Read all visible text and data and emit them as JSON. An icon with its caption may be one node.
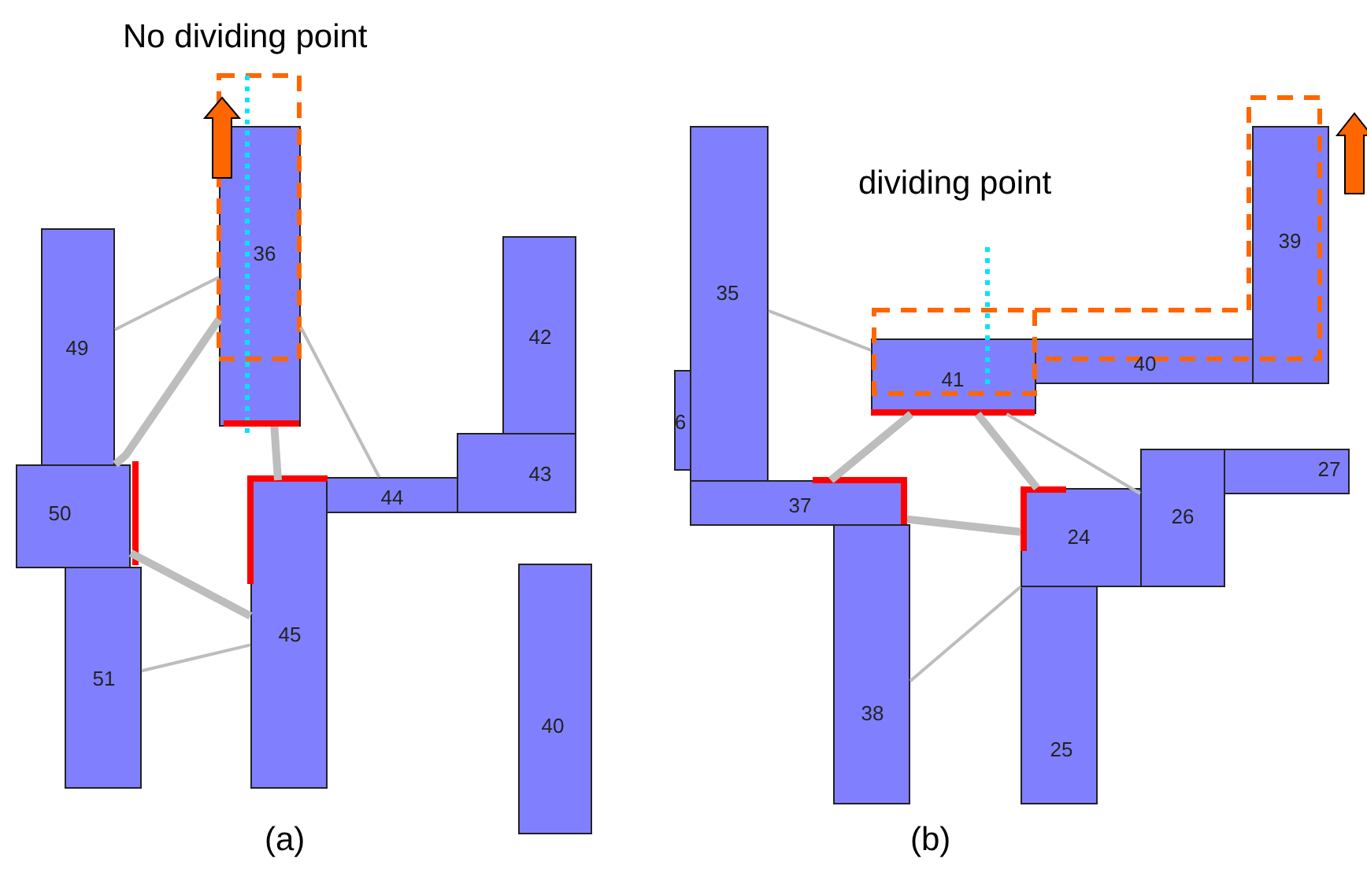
{
  "diagram": {
    "nodes": [
      {
        "text": [
          "36"
        ]
      },
      {
        "text": [
          "49"
        ]
      },
      {
        "text": [
          "42"
        ]
      },
      {
        "text": [
          "43"
        ]
      },
      {
        "text": [
          "50"
        ]
      },
      {
        "text": [
          "44"
        ]
      },
      {
        "text": [
          "45"
        ]
      },
      {
        "text": [
          "51"
        ]
      },
      {
        "text": [
          "40"
        ]
      },
      {
        "text": [
          "35"
        ]
      },
      {
        "text": [
          "39"
        ]
      },
      {
        "text": [
          "6"
        ]
      },
      {
        "text": [
          "41"
        ]
      },
      {
        "text": [
          "40"
        ]
      },
      {
        "text": [
          "27"
        ]
      },
      {
        "text": [
          "26"
        ]
      },
      {
        "text": [
          "37"
        ]
      },
      {
        "text": [
          "24"
        ]
      },
      {
        "text": [
          "38"
        ]
      },
      {
        "text": [
          "25"
        ]
      }
    ],
    "edges": [
      {
        "from": 0,
        "to": 1,
        "arrow": "none"
      },
      {
        "from": 0,
        "to": 4,
        "arrow": "none",
        "style": "thick"
      },
      {
        "from": 0,
        "to": 6,
        "arrow": "none",
        "style": "thick"
      },
      {
        "from": 0,
        "to": 5,
        "arrow": "none"
      },
      {
        "from": 4,
        "to": 6,
        "arrow": "none",
        "style": "thick"
      },
      {
        "from": 6,
        "to": 7,
        "arrow": "none"
      },
      {
        "from": 9,
        "to": 12,
        "arrow": "none"
      },
      {
        "from": 12,
        "to": 15,
        "arrow": "none"
      },
      {
        "from": 12,
        "to": 16,
        "arrow": "none",
        "style": "thick"
      },
      {
        "from": 12,
        "to": 17,
        "arrow": "none",
        "style": "thick"
      },
      {
        "from": 16,
        "to": 17,
        "arrow": "none",
        "style": "thick"
      },
      {
        "from": 17,
        "to": 18,
        "arrow": "none"
      }
    ],
    "labels": [
      "No dividing point",
      "(a)",
      "dividing point",
      "(b)"
    ]
  }
}
